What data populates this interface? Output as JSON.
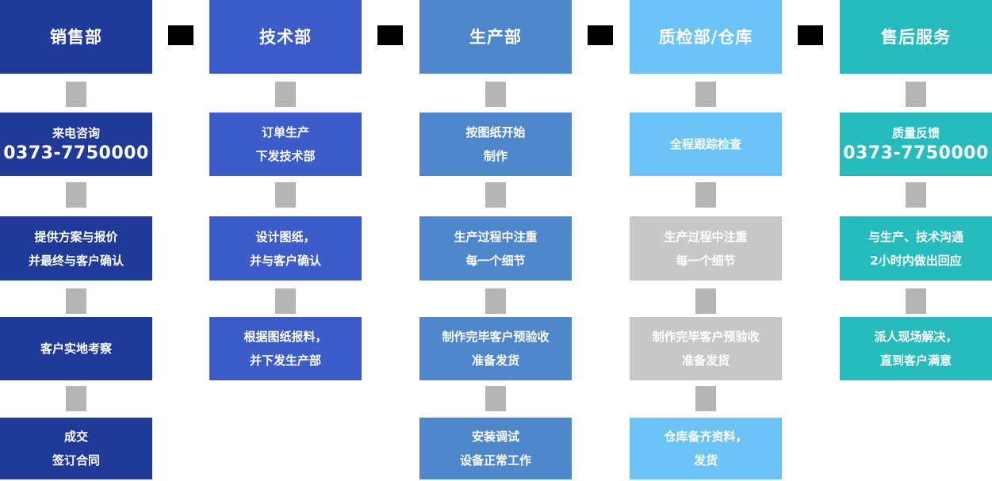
{
  "colors": {
    "sales_blue": "#203a99",
    "tech_blue": "#3b5cc9",
    "production_blue": "#4e87cc",
    "qc_light_blue": "#6cc3f7",
    "aftersales_teal": "#26bcbd",
    "inactive_gray_box": "#c8c8c8",
    "connector_gray": "#b5b5b5",
    "header_connector_black": "#000000",
    "text_white": "#ffffff",
    "page_background": "#ffffff"
  },
  "columns": [
    {
      "id": "sales",
      "header": "销售部",
      "steps": [
        {
          "lines": [
            "来电咨询",
            "0373-7750000"
          ],
          "style": "phone"
        },
        {
          "lines": [
            "提供方案与报价",
            "并最终与客户确认"
          ]
        },
        {
          "lines": [
            "客户实地考察"
          ]
        },
        {
          "lines": [
            "成交",
            "签订合同"
          ]
        }
      ]
    },
    {
      "id": "tech",
      "header": "技术部",
      "steps": [
        {
          "lines": [
            "订单生产",
            "下发技术部"
          ]
        },
        {
          "lines": [
            "设计图纸，",
            "并与客户确认"
          ]
        },
        {
          "lines": [
            "根据图纸报料，",
            "并下发生产部"
          ]
        }
      ]
    },
    {
      "id": "production",
      "header": "生产部",
      "steps": [
        {
          "lines": [
            "按图纸开始",
            "制作"
          ]
        },
        {
          "lines": [
            "生产过程中注重",
            "每一个细节"
          ]
        },
        {
          "lines": [
            "制作完毕客户预验收",
            "准备发货"
          ]
        },
        {
          "lines": [
            "安装调试",
            "设备正常工作"
          ]
        }
      ]
    },
    {
      "id": "qc-warehouse",
      "header": "质检部/仓库",
      "steps": [
        {
          "lines": [
            "全程跟踪检查"
          ]
        },
        {
          "lines": [
            "生产过程中注重",
            "每一个细节"
          ],
          "gray": true
        },
        {
          "lines": [
            "制作完毕客户预验收",
            "准备发货"
          ],
          "gray": true
        },
        {
          "lines": [
            "仓库备齐资料，",
            "发货"
          ]
        }
      ]
    },
    {
      "id": "after-sales",
      "header": "售后服务",
      "steps": [
        {
          "lines": [
            "质量反馈",
            "0373-7750000"
          ],
          "style": "phone"
        },
        {
          "lines": [
            "与生产、技术沟通",
            "2小时内做出回应"
          ]
        },
        {
          "lines": [
            "派人现场解决，",
            "直到客户满意"
          ]
        }
      ]
    }
  ]
}
